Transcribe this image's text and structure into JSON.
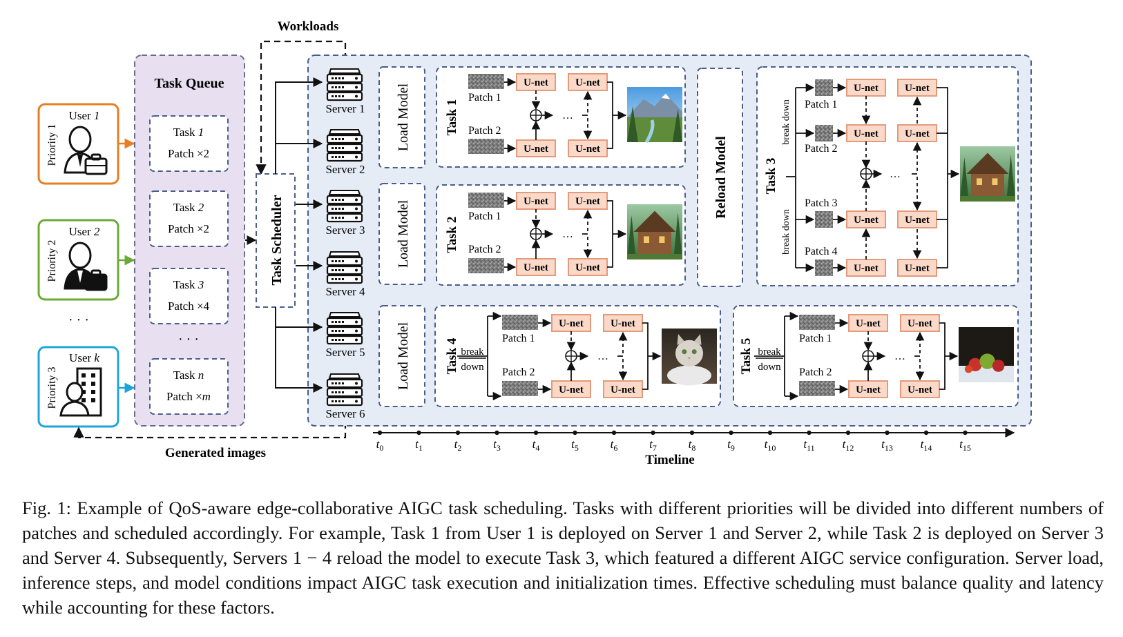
{
  "colors": {
    "priority1": "#e67e22",
    "priority2": "#6aaa35",
    "priority3": "#1ca5d8",
    "queue_fill": "#e8dff0",
    "server_area_fill": "#e6ecf6",
    "unet_fill": "#fbd9c9",
    "unet_border": "#e49b7c"
  },
  "labels": {
    "workloads": "Workloads",
    "task_queue": "Task Queue",
    "task_scheduler": "Task Scheduler",
    "generated_images": "Generated images",
    "reload_model": "Reload Model",
    "load_model": "Load Model",
    "timeline": "Timeline",
    "unet": "U-net",
    "break": "break",
    "down": "down",
    "break_down": "break down",
    "ellipsis": "…",
    "dots": "· · ·",
    "oplus": "⊕"
  },
  "users": [
    {
      "priority": "Priority 1",
      "name": "User ",
      "index": "1",
      "icon": "businessman-icon"
    },
    {
      "priority": "Priority 2",
      "name": "User ",
      "index": "2",
      "icon": "businessman-icon"
    },
    {
      "priority": "Priority 3",
      "name": "User ",
      "index": "k",
      "icon": "building-user-icon"
    }
  ],
  "queue_tasks": [
    {
      "title": "Task ",
      "index": "1",
      "patch": "Patch ×2"
    },
    {
      "title": "Task ",
      "index": "2",
      "patch": "Patch ×2"
    },
    {
      "title": "Task ",
      "index": "3",
      "patch": "Patch ×4"
    },
    {
      "title": "Task ",
      "index": "n",
      "patch": "Patch ×",
      "patch_var": "m"
    }
  ],
  "servers": [
    "Server 1",
    "Server 2",
    "Server 3",
    "Server 4",
    "Server 5",
    "Server 6"
  ],
  "tasks": [
    {
      "label": "Task 1",
      "patches": [
        "Patch 1",
        "Patch 2"
      ],
      "output_icon": "mountain-landscape-image"
    },
    {
      "label": "Task 2",
      "patches": [
        "Patch 1",
        "Patch 2"
      ],
      "output_icon": "wooden-house-image"
    },
    {
      "label": "Task 3",
      "patches": [
        "Patch 1",
        "Patch 2",
        "Patch 3",
        "Patch 4"
      ],
      "output_icon": "log-cabin-image"
    },
    {
      "label": "Task 4",
      "patches": [
        "Patch 1",
        "Patch 2"
      ],
      "output_icon": "cat-image"
    },
    {
      "label": "Task 5",
      "patches": [
        "Patch 1",
        "Patch 2"
      ],
      "output_icon": "apples-image"
    }
  ],
  "timeline_ticks": [
    "0",
    "1",
    "2",
    "3",
    "4",
    "5",
    "6",
    "7",
    "8",
    "9",
    "10",
    "11",
    "12",
    "13",
    "14",
    "15"
  ],
  "tick_prefix": "t",
  "caption": "Fig. 1: Example of QoS-aware edge-collaborative AIGC task scheduling. Tasks with different priorities will be divided into different numbers of patches and scheduled accordingly. For example, Task 1 from User 1 is deployed on Server 1 and Server 2, while Task 2 is deployed on Server 3 and Server 4. Subsequently, Servers 1 − 4 reload the model to execute Task 3, which featured a different AIGC service configuration. Server load, inference steps, and model conditions impact AIGC task execution and initialization times. Effective scheduling must balance quality and latency while accounting for these factors."
}
